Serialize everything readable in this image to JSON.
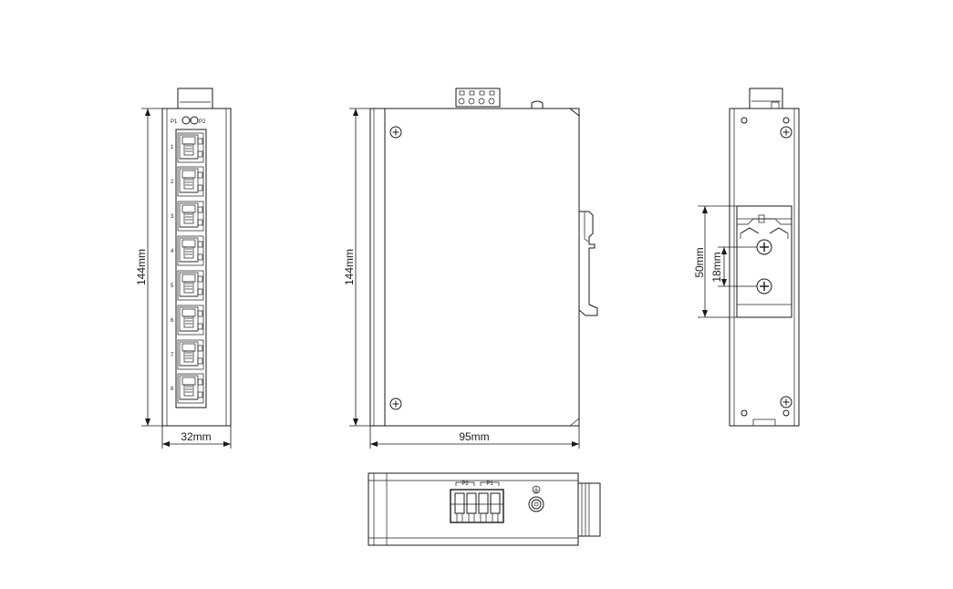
{
  "front_view": {
    "led_labels": [
      "P1",
      "P2"
    ],
    "port_numbers": [
      "1",
      "2",
      "3",
      "4",
      "5",
      "6",
      "7",
      "8"
    ],
    "height_label": "144mm",
    "width_label": "32mm"
  },
  "side_view": {
    "height_label": "144mm",
    "depth_label": "95mm"
  },
  "back_view": {
    "rail_height_label": "50mm",
    "screw_spacing_label": "18mm"
  },
  "top_view": {
    "power_labels": [
      "P2",
      "P1"
    ]
  }
}
